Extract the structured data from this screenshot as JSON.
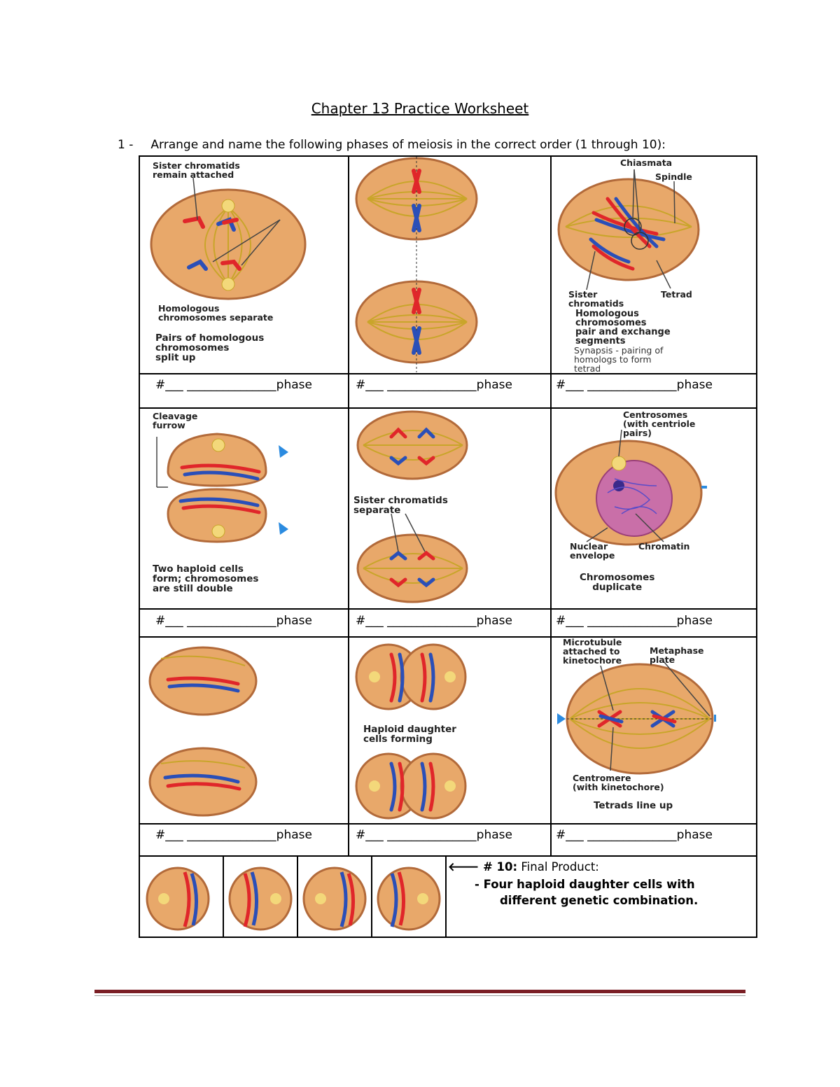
{
  "title": "Chapter 13 Practice Worksheet",
  "question": {
    "number": "1 -",
    "text": "Arrange and name the following phases of meiosis in the correct order (1 through 10):"
  },
  "blank_label": "#___ _______________phase",
  "panels": [
    {
      "labels": [
        "Sister chromatids\nremain attached",
        "Homologous\nchromosomes separate",
        "Pairs of homologous\nchromosomes\nsplit up"
      ]
    },
    {
      "labels": []
    },
    {
      "labels": [
        "Chiasmata",
        "Spindle",
        "Sister\nchromatids",
        "Tetrad",
        "Homologous\nchromosomes\npair and exchange\nsegments",
        "Synapsis - pairing of\nhomologs to form\ntetrad"
      ]
    },
    {
      "labels": [
        "Cleavage\nfurrow",
        "Two haploid cells\nform; chromosomes\nare still double"
      ]
    },
    {
      "labels": [
        "Sister chromatids\nseparate"
      ]
    },
    {
      "labels": [
        "Centrosomes\n(with centriole\npairs)",
        "Nuclear\nenvelope",
        "Chromatin",
        "Chromosomes\nduplicate"
      ]
    },
    {
      "labels": []
    },
    {
      "labels": [
        "Haploid daughter\ncells forming"
      ]
    },
    {
      "labels": [
        "Microtubule\nattached to\nkinetochore",
        "Metaphase\nplate",
        "Centromere\n(with kinetochore)",
        "Tetrads line up"
      ]
    }
  ],
  "final_product": {
    "heading_prefix": "🡐 # 10:",
    "heading": "Final Product:",
    "item_line1": "-   Four haploid daughter cells with",
    "item_line2": "different genetic combination."
  },
  "colors": {
    "cell_fill": "#e8a86a",
    "cell_edge": "#b26a3a",
    "spindle": "#c9a52a",
    "chrom_red": "#e0262a",
    "chrom_blue": "#2a4fb8",
    "footer": "#7a1f25"
  }
}
